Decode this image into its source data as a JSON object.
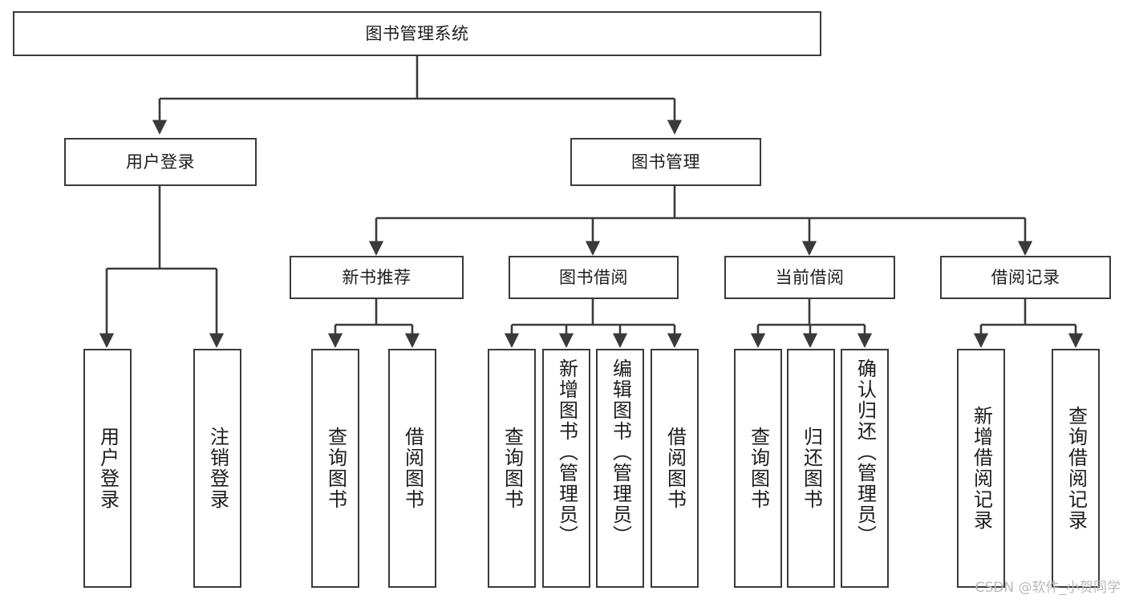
{
  "diagram": {
    "type": "tree-hierarchy-chart",
    "title": "图书管理系统",
    "watermark": "CSDN @软件_小贺同学",
    "colors": {
      "stroke": "#3a3a3a",
      "fill": "#ffffff",
      "text": "#1c1c1c",
      "watermark": "#b9b9b9"
    },
    "nodes": {
      "root": {
        "label": "图书管理系统"
      },
      "level1": [
        {
          "id": "user-login",
          "label": "用户登录"
        },
        {
          "id": "book-manage",
          "label": "图书管理"
        }
      ],
      "level2": [
        {
          "id": "new-book-recommend",
          "label": "新书推荐"
        },
        {
          "id": "book-borrow",
          "label": "图书借阅"
        },
        {
          "id": "current-borrow",
          "label": "当前借阅"
        },
        {
          "id": "borrow-record",
          "label": "借阅记录"
        }
      ],
      "leaves": {
        "user_login": [
          {
            "id": "leaf-user-login",
            "label": "用户登录"
          },
          {
            "id": "leaf-logout-login",
            "label": "注销登录"
          }
        ],
        "new_book_recommend": [
          {
            "id": "leaf-query-book-1",
            "label": "查询图书"
          },
          {
            "id": "leaf-borrow-book-1",
            "label": "借阅图书"
          }
        ],
        "book_borrow": [
          {
            "id": "leaf-query-book-2",
            "label": "查询图书"
          },
          {
            "id": "leaf-add-book",
            "label": "新增图书（管理员）"
          },
          {
            "id": "leaf-edit-book",
            "label": "编辑图书（管理员）"
          },
          {
            "id": "leaf-borrow-book-2",
            "label": "借阅图书"
          }
        ],
        "current_borrow": [
          {
            "id": "leaf-query-book-3",
            "label": "查询图书"
          },
          {
            "id": "leaf-return-book",
            "label": "归还图书"
          },
          {
            "id": "leaf-confirm-return",
            "label": "确认归还（管理员）"
          }
        ],
        "borrow_record": [
          {
            "id": "leaf-add-record",
            "label": "新增借阅记录"
          },
          {
            "id": "leaf-query-record",
            "label": "查询借阅记录"
          }
        ]
      }
    }
  }
}
